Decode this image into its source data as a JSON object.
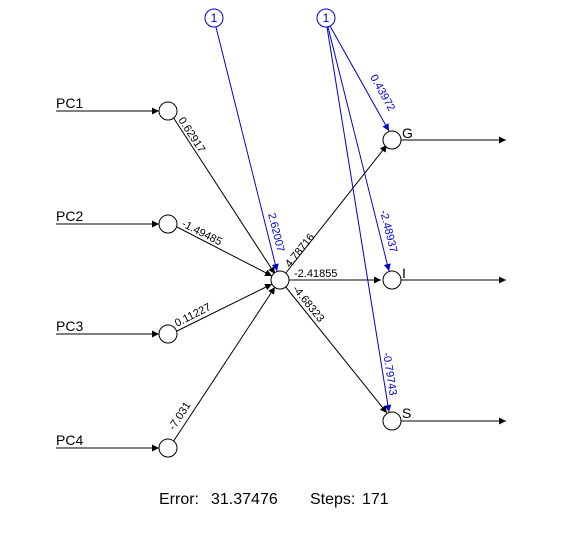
{
  "colors": {
    "weight": "#000000",
    "bias": "#0000cc",
    "node_stroke": "#000000",
    "background": "#ffffff"
  },
  "inputs": [
    {
      "id": "pc1",
      "label": "PC1"
    },
    {
      "id": "pc2",
      "label": "PC2"
    },
    {
      "id": "pc3",
      "label": "PC3"
    },
    {
      "id": "pc4",
      "label": "PC4"
    }
  ],
  "bias_nodes": [
    {
      "id": "bias-hidden",
      "label": "1"
    },
    {
      "id": "bias-output",
      "label": "1"
    }
  ],
  "outputs": [
    {
      "id": "g",
      "label": "G"
    },
    {
      "id": "i",
      "label": "I"
    },
    {
      "id": "s",
      "label": "S"
    }
  ],
  "weights": {
    "input_to_hidden": [
      "0.62917",
      "-1.49485",
      "0.11227",
      "-7.031"
    ],
    "hidden_to_output": [
      "4.78716",
      "-2.41855",
      "-4.68323"
    ],
    "bias_to_hidden": "2.62007",
    "bias_to_output": [
      "0.43972",
      "-2.48937",
      "-0.79743"
    ]
  },
  "footer": {
    "error_label": "Error:",
    "error_value": "31.37476",
    "steps_label": "Steps:",
    "steps_value": "171"
  }
}
